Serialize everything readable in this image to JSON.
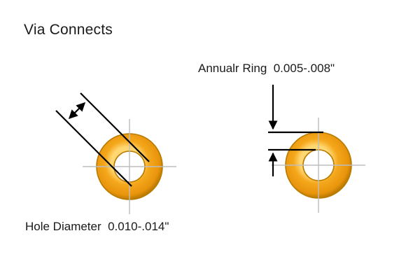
{
  "title": "Via Connects",
  "labels": {
    "annular_ring": "Annualr Ring  0.005-.008\"",
    "hole_diameter": "Hole Diameter  0.010-.014\""
  },
  "colors": {
    "background": "#FFFFFF",
    "text": "#1A1A1A",
    "ring_highlight": "#FFD873",
    "ring_fill": "#F5A81C",
    "ring_shadow": "#E8940C",
    "ring_edge": "#B97A00",
    "hole_fill": "#FFFFFF",
    "crosshair": "#BDBDBD",
    "dimension_line": "#000000"
  }
}
